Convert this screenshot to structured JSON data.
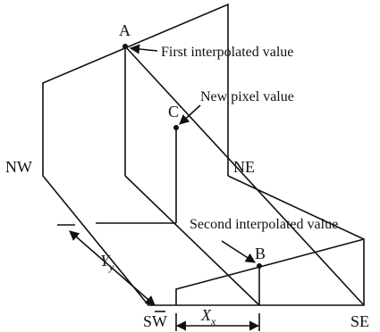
{
  "labels": {
    "point_a": "A",
    "point_b": "B",
    "point_c": "C",
    "corner_nw": "NW",
    "corner_ne": "NE",
    "corner_sw": "SW",
    "corner_se": "SE",
    "first_interpolated": "First interpolated value",
    "second_interpolated": "Second interpolated value",
    "new_pixel": "New pixel value",
    "dim_y_main": "Y",
    "dim_y_sub": "y",
    "dim_x_main": "X",
    "dim_x_sub": "x"
  },
  "colors": {
    "line": "#111111",
    "background": "#ffffff"
  }
}
